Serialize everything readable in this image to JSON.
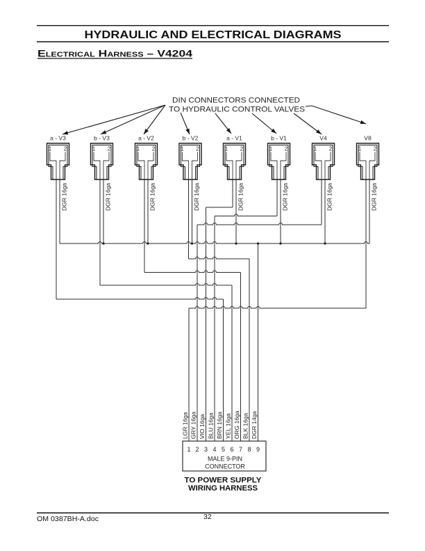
{
  "header": {
    "title": "HYDRAULIC AND ELECTRICAL DIAGRAMS",
    "section_title": "Electrical Harness – V4204"
  },
  "diagram": {
    "callout": {
      "line1": "DIN CONNECTORS CONNECTED",
      "line2": "TO HYDRAULIC CONTROL VALVES"
    },
    "din_connectors": [
      {
        "label": "a - V3",
        "pin1": "1",
        "pin2": "2",
        "wire_label": "DGR 16ga",
        "harness_pin": 5
      },
      {
        "label": "b - V3",
        "pin1": "1",
        "pin2": "2",
        "wire_label": "DGR 16ga",
        "harness_pin": 6
      },
      {
        "label": "a - V2",
        "pin1": "1",
        "pin2": "2",
        "wire_label": "DGR 16ga",
        "harness_pin": 7
      },
      {
        "label": "b - V2",
        "pin1": "1",
        "pin2": "2",
        "wire_label": "DGR 16ga",
        "harness_pin": 8
      },
      {
        "label": "a - V1",
        "pin1": "1",
        "pin2": "2",
        "wire_label": "DGR 16ga",
        "harness_pin": 3
      },
      {
        "label": "b - V1",
        "pin1": "1",
        "pin2": "2",
        "wire_label": "DGR 16ga",
        "harness_pin": 4
      },
      {
        "label": "V4",
        "pin1": "1",
        "pin2": "2",
        "wire_label": "DGR 16ga",
        "harness_pin": 2
      },
      {
        "label": "V8",
        "pin1": "1",
        "pin2": "2",
        "wire_label": "DGR 16ga",
        "harness_pin": 1
      }
    ],
    "common_ground_harness_pin": 9,
    "harness_connector": {
      "line1": "MALE 9-PIN",
      "line2": "CONNECTOR",
      "pins": [
        {
          "number": "1",
          "wire": "LGR 16ga"
        },
        {
          "number": "2",
          "wire": "GRY 16ga"
        },
        {
          "number": "3",
          "wire": "VIO 16ga"
        },
        {
          "number": "4",
          "wire": "BLU 16ga"
        },
        {
          "number": "5",
          "wire": "BRN 16ga"
        },
        {
          "number": "6",
          "wire": "YEL 16ga"
        },
        {
          "number": "7",
          "wire": "ORG 16ga"
        },
        {
          "number": "8",
          "wire": "BLK 16ga"
        },
        {
          "number": "9",
          "wire": "DGR 14ga"
        }
      ]
    },
    "destination": {
      "line1": "TO POWER SUPPLY",
      "line2": "WIRING HARNESS"
    }
  },
  "footer": {
    "document_id": "OM 0387BH-A.doc",
    "page_number": "32"
  },
  "colors": {
    "ink": "#1a1a1a",
    "background": "#ffffff"
  }
}
